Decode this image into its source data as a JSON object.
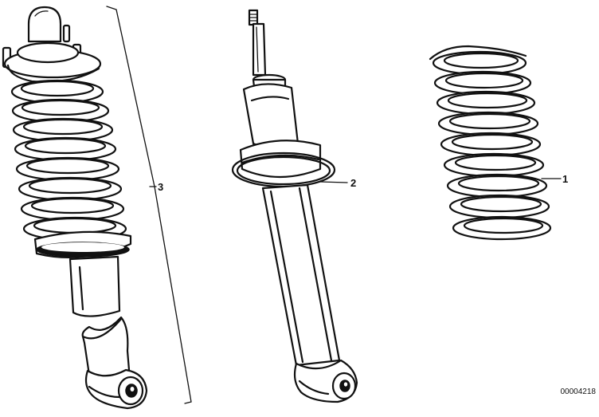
{
  "callouts": {
    "spring": "1",
    "shock_absorber": "2",
    "strut_assembly": "3"
  },
  "document_number": "00004218"
}
